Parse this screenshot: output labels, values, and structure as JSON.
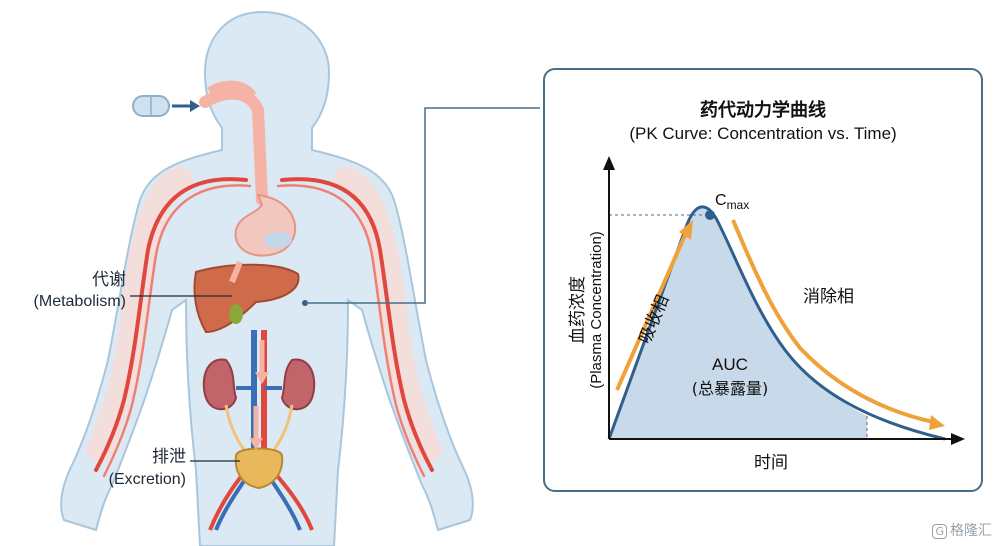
{
  "left_labels": {
    "metabolism_zh": "代谢",
    "metabolism_en": "(Metabolism)",
    "excretion_zh": "排泄",
    "excretion_en": "(Excretion)"
  },
  "pk_panel": {
    "title": "药代动力学曲线",
    "subtitle": "(PK Curve: Concentration vs. Time)",
    "y_label_zh": "血药浓度",
    "y_label_en": "(Plasma Concentration)",
    "x_label": "时间",
    "cmax_main": "C",
    "cmax_sub": "max",
    "absorption_label": "吸收相",
    "elimination_label": "消除相",
    "auc_label": "AUC",
    "auc_sub": "(总暴露量)"
  },
  "watermark": {
    "mark": "G",
    "text": "格隆汇"
  },
  "colors": {
    "body_fill": "#dbe9f4",
    "body_outline": "#a9c6dc",
    "artery": "#e0483d",
    "vein": "#3a6fb5",
    "organ": "#cf6a4a",
    "bladder": "#e8b85a",
    "curve": "#2f5f8c",
    "auc_fill": "#c8d9ea",
    "arrow_orange": "#f0a23a",
    "panel_border": "#4a6f84"
  }
}
